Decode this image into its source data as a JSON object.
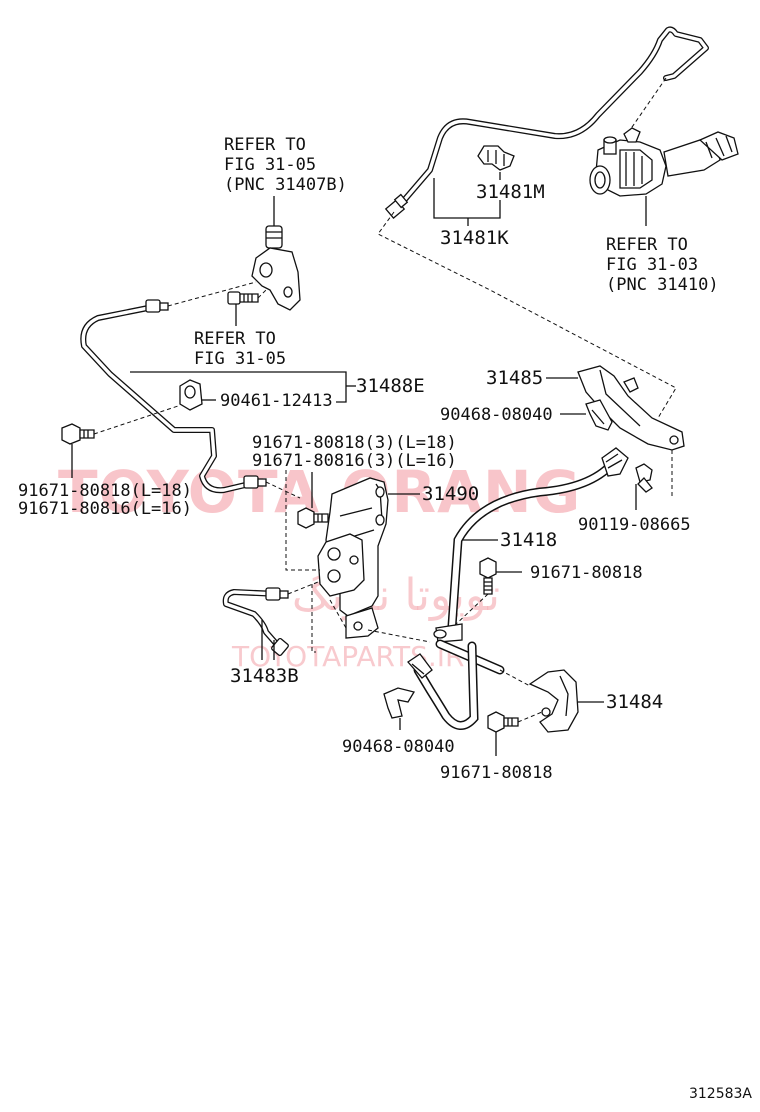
{
  "labels": {
    "refer_fig3105_pnc": [
      "REFER TO",
      "FIG 31-05",
      "(PNC 31407B)"
    ],
    "refer_fig3105": [
      "REFER TO",
      "FIG 31-05"
    ],
    "refer_fig3103": [
      "REFER TO",
      "FIG 31-03",
      "(PNC 31410)"
    ],
    "p31481M": "31481M",
    "p31481K": "31481K",
    "p31488E": "31488E",
    "p90461": "90461-12413",
    "p31485": "31485",
    "p90468_top": "90468-08040",
    "p91671_multi_a": "91671-80818(3)(L=18)",
    "p91671_multi_b": "91671-80816(3)(L=16)",
    "p31490": "31490",
    "p91671_left_a": "91671-80818(L=18)",
    "p91671_left_b": "91671-80816(L=16)",
    "p90119": "90119-08665",
    "p31418": "31418",
    "p91671_mid": "91671-80818",
    "p31483B": "31483B",
    "p31484": "31484",
    "p90468_bottom": "90468-08040",
    "p91671_bottom": "91671-80818"
  },
  "watermark": {
    "latin": "TOYOTA ORANG",
    "arabic": "تویوتا نارنگ",
    "site": "TOYOTAPARTS.IR"
  },
  "footer": {
    "drawing_code": "312583A"
  },
  "colors": {
    "ink": "#111111",
    "watermark": "#f4a6ae"
  }
}
